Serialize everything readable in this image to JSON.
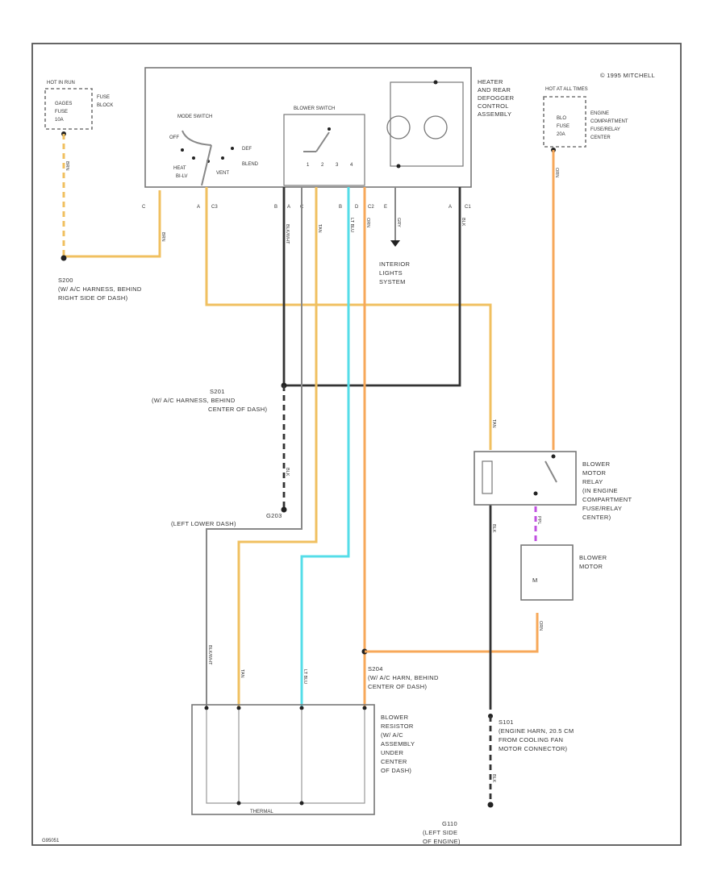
{
  "copyright": "© 1995 MITCHELL",
  "hot_in_run": {
    "title": "HOT IN RUN",
    "lines": [
      "GAGES",
      "FUSE",
      "10A"
    ]
  },
  "hot_at_all_times": {
    "title": "HOT AT ALL TIMES",
    "lines": [
      "BLO",
      "FUSE",
      "20A"
    ]
  },
  "fuse_block": "FUSE BLOCK",
  "engine_center": [
    "ENGINE",
    "COMPARTMENT",
    "FUSE/RELAY",
    "CENTER"
  ],
  "control_assy": [
    "HEATER",
    "AND REAR",
    "DEFOGGER",
    "CONTROL",
    "ASSEMBLY"
  ],
  "mode_switch": {
    "title": "MODE SWITCH",
    "positions": [
      "OFF",
      "DEF",
      "BLEND",
      "HEAT",
      "BI-LV",
      "VENT"
    ]
  },
  "blower_switch": {
    "title": "BLOWER SWITCH",
    "speeds": [
      "1",
      "2",
      "3",
      "4"
    ]
  },
  "connectors": [
    "C",
    "A",
    "C3",
    "B",
    "A",
    "C",
    "B",
    "D",
    "C2",
    "E",
    "A",
    "C1"
  ],
  "wire_codes": [
    "BRN",
    "BLK/WHT",
    "TAN",
    "LT BLU",
    "ORN",
    "GRY",
    "BLK",
    "ORN",
    "BRN",
    "BLK/WHT",
    "TAN",
    "LT BLU",
    "ORN",
    "TAN",
    "BLK",
    "BLK",
    "PPL"
  ],
  "splice_s200": [
    "S200",
    "(W/ A/C HARNESS, BEHIND",
    "RIGHT SIDE OF DASH)"
  ],
  "interior_lights": [
    "INTERIOR",
    "LIGHTS",
    "SYSTEM"
  ],
  "splice_s201": [
    "S201",
    "(W/ A/C HARNESS, BEHIND",
    "CENTER OF DASH)"
  ],
  "ground_g203": [
    "G203",
    "(LEFT LOWER DASH)"
  ],
  "blower_relay": [
    "BLOWER",
    "MOTOR",
    "RELAY",
    "(IN ENGINE",
    "COMPARTMENT",
    "FUSE/RELAY",
    "CENTER)"
  ],
  "blower_motor": [
    "BLOWER",
    "MOTOR"
  ],
  "motor_symbol": "M",
  "splice_s204": [
    "S204",
    "(W/ A/C HARN, BEHIND",
    "CENTER OF DASH)"
  ],
  "blower_resistor": [
    "BLOWER",
    "RESISTOR",
    "(W/ A/C",
    "ASSEMBLY",
    "UNDER",
    "CENTER",
    "OF DASH)"
  ],
  "thermal_label": "THERMAL",
  "splice_s101": [
    "S101",
    "(ENGINE HARN, 20.5 CM",
    "FROM COOLING FAN",
    "MOTOR CONNECTOR)"
  ],
  "ground_g110": [
    "G110",
    "(LEFT SIDE",
    "OF ENGINE)"
  ],
  "figure_id": "G95051"
}
